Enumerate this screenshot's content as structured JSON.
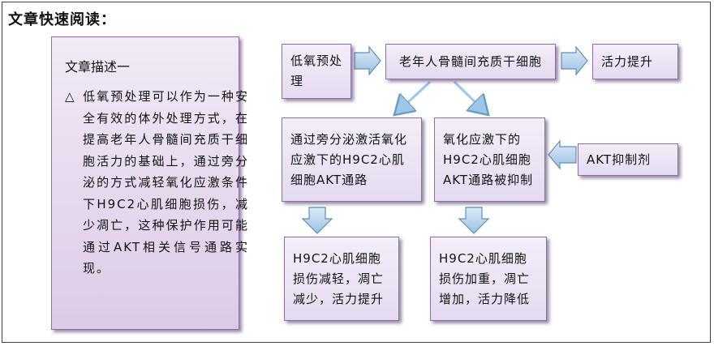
{
  "heading": "文章快速阅读：",
  "sidebar": {
    "title": "文章描述一",
    "bullet": "△",
    "body": "低氧预处理可以作为一种安全有效的体外处理方式，在提高老年人骨髓间充质干细胞活力的基础上，通过旁分泌的方式减轻氧化应激条件下H9C2心肌细胞损伤，减少凋亡，这种保护作用可能通过AKT相关信号通路实现。"
  },
  "nodes": {
    "hypoxia": "低氧预处理",
    "msc": "老年人骨髓间充质干细胞",
    "vitality": "活力提升",
    "paracrine": "通过旁分泌激活氧化应激下的H9C2心肌细胞AKT通路",
    "inhibited": "氧化应激下的H9C2心肌细胞AKT通路被抑制",
    "inhibitor": "AKT抑制剂",
    "result_good": "H9C2心肌细胞损伤减轻，凋亡减少，活力提升",
    "result_bad": "H9C2心肌细胞损伤加重，凋亡增加，活力降低"
  },
  "colors": {
    "arrow_fill": "#bcd7ee",
    "arrow_stroke": "#5f8fb8",
    "box_border": "#8a6fa6"
  }
}
